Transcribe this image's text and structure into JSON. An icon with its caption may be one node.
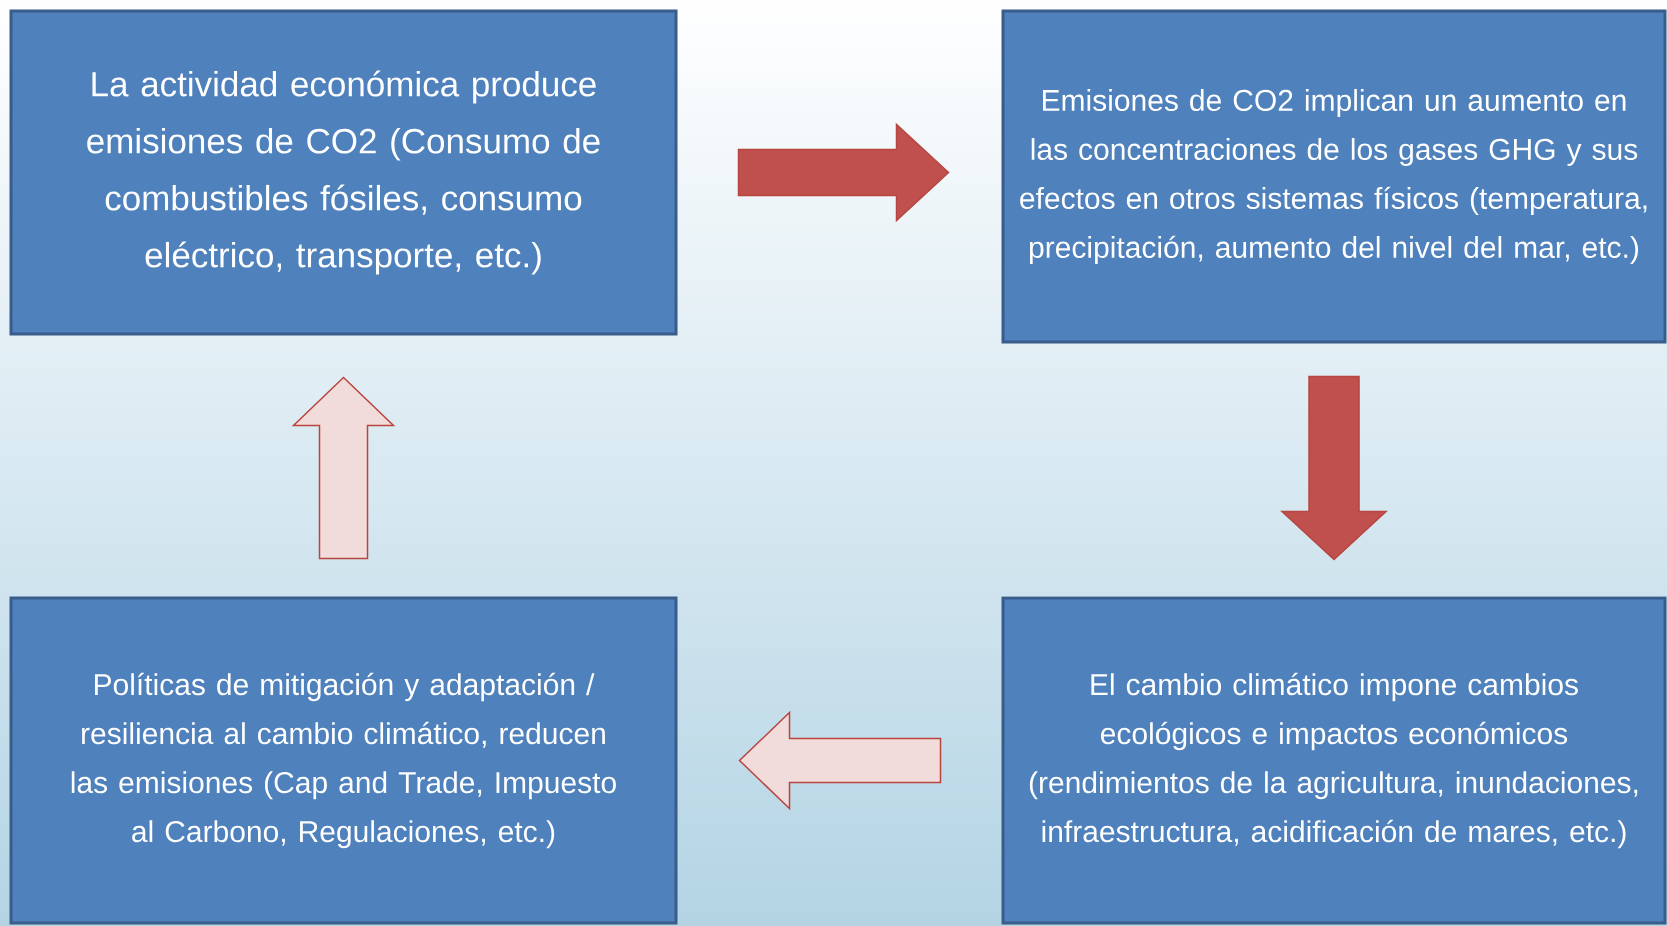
{
  "diagram": {
    "nodes": [
      {
        "text": [
          "La actividad económica produce emisiones de CO2 (Consumo de combustibles fósiles, consumo eléctrico, transporte, etc.)"
        ]
      },
      {
        "text": [
          "Emisiones de CO2 implican un aumento en las concentraciones de los gases GHG y sus efectos en otros sistemas físicos (temperatura, precipitación, aumento del nivel del mar, etc.)"
        ]
      },
      {
        "text": [
          "Políticas de mitigación y adaptación / resiliencia al cambio climático, reducen las emisiones (Cap and Trade, Impuesto al Carbono, Regulaciones, etc.)"
        ]
      },
      {
        "text": [
          "El cambio climático impone cambios ecológicos e impactos económicos (rendimientos de la agricultura, inundaciones, infraestructura, acidificación de mares, etc.)"
        ]
      }
    ],
    "edges": [
      {
        "from": 0,
        "to": 1,
        "arrow": "to",
        "color": "#c0504d"
      },
      {
        "from": 1,
        "to": 3,
        "arrow": "to",
        "color": "#c0504d"
      },
      {
        "from": 3,
        "to": 2,
        "arrow": "to",
        "color": "#f2dcdb"
      },
      {
        "from": 2,
        "to": 0,
        "arrow": "to",
        "color": "#f2dcdb"
      }
    ]
  }
}
